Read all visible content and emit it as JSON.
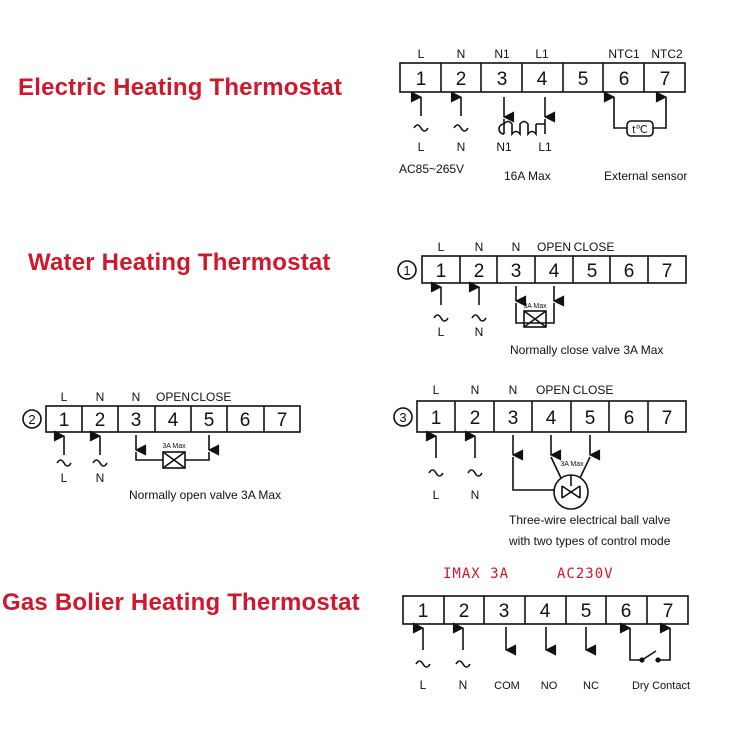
{
  "sections": {
    "electric": {
      "title": "Electric Heating Thermostat",
      "headers": [
        "L",
        "N",
        "N1",
        "L1",
        "NTC1",
        "NTC2"
      ],
      "terminals": [
        "1",
        "2",
        "3",
        "4",
        "5",
        "6",
        "7"
      ],
      "sub_labels": [
        "L",
        "N",
        "N1",
        "L1"
      ],
      "supply": "AC85~265V",
      "load_rating": "16A Max",
      "sensor_note": "External sensor",
      "sensor_symbol": "t℃"
    },
    "water": {
      "title": "Water Heating Thermostat",
      "mode1": {
        "marker": "1",
        "headers": [
          "L",
          "N",
          "N",
          "OPEN",
          "CLOSE"
        ],
        "terminals": [
          "1",
          "2",
          "3",
          "4",
          "5",
          "6",
          "7"
        ],
        "sub_labels": [
          "L",
          "N"
        ],
        "valve_rating": "3A Max",
        "note": "Normally close valve  3A Max"
      },
      "mode2": {
        "marker": "2",
        "headers": [
          "L",
          "N",
          "N",
          "OPEN",
          "CLOSE"
        ],
        "terminals": [
          "1",
          "2",
          "3",
          "4",
          "5",
          "6",
          "7"
        ],
        "sub_labels": [
          "L",
          "N"
        ],
        "valve_rating": "3A Max",
        "note": "Normally open valve  3A Max"
      },
      "mode3": {
        "marker": "3",
        "headers": [
          "L",
          "N",
          "N",
          "OPEN",
          "CLOSE"
        ],
        "terminals": [
          "1",
          "2",
          "3",
          "4",
          "5",
          "6",
          "7"
        ],
        "sub_labels": [
          "L",
          "N"
        ],
        "valve_rating": "3A Max",
        "note_line1": "Three-wire electrical ball valve",
        "note_line2": "with two types of control mode"
      }
    },
    "gas": {
      "title": "Gas Bolier Heating Thermostat",
      "imax": "IMAX 3A",
      "voltage": "AC230V",
      "terminals": [
        "1",
        "2",
        "3",
        "4",
        "5",
        "6",
        "7"
      ],
      "sub_labels": [
        "L",
        "N",
        "COM",
        "NO",
        "NC",
        "Dry Contact"
      ]
    }
  }
}
